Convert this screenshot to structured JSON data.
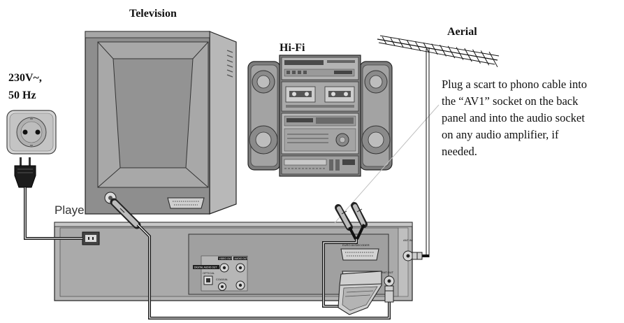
{
  "labels": {
    "television": "Television",
    "hifi": "Hi-Fi",
    "aerial": "Aerial",
    "voltage": "230V~,",
    "frequency": "50 Hz",
    "player": "Player"
  },
  "callout": {
    "lines": [
      "Plug a scart to phono cable into",
      "the “AV1” socket on the back",
      "panel and into the audio socket",
      "on any audio amplifier, if",
      "needed."
    ]
  },
  "player_panel": {
    "euro_av": "EURO AV/DECODER",
    "ant_in": "ANT.IN",
    "ant_out": "ANT.OUT",
    "digital_audio_out": "DIGITAL AUDIO OUT",
    "video_out": "VIDEO OUT",
    "audio_out": "AUDIO OUT",
    "optical": "OPTICAL",
    "coaxial": "COAXIAL"
  },
  "colors": {
    "cable": "#111111",
    "leader_line": "#c0c0c0"
  }
}
